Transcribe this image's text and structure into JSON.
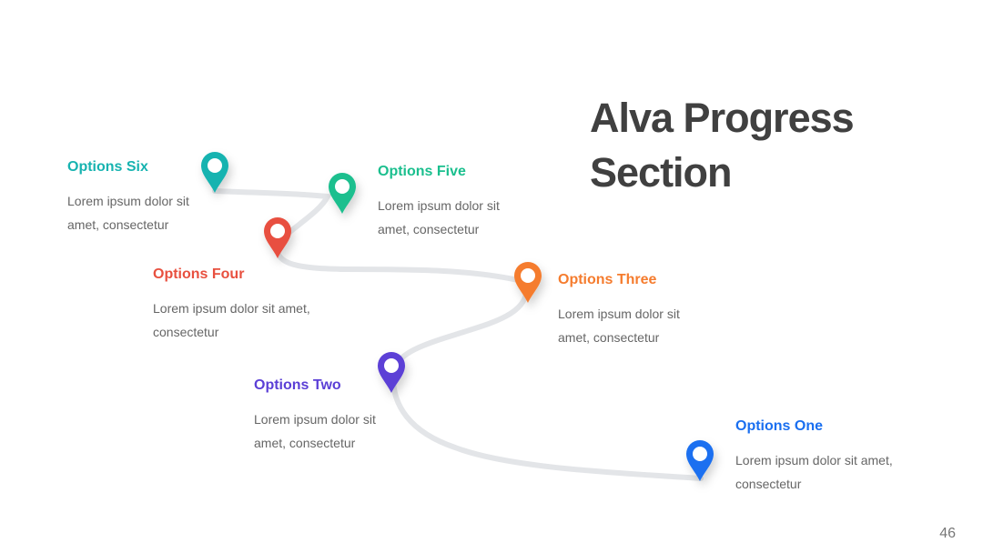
{
  "title": "Alva Progress Section",
  "page_number": "46",
  "options": [
    {
      "id": "six",
      "title": "Options Six",
      "description": "Lorem ipsum dolor sit amet, consectetur",
      "color": "#17B3B0"
    },
    {
      "id": "five",
      "title": "Options Five",
      "description": "Lorem ipsum dolor sit amet, consectetur",
      "color": "#1BBF8E"
    },
    {
      "id": "four",
      "title": "Options Four",
      "description": "Lorem ipsum dolor sit amet, consectetur",
      "color": "#E8503F"
    },
    {
      "id": "three",
      "title": "Options Three",
      "description": "Lorem ipsum dolor sit amet, consectetur",
      "color": "#F57C2E"
    },
    {
      "id": "two",
      "title": "Options Two",
      "description": "Lorem ipsum dolor sit amet, consectetur",
      "color": "#5B3FD6"
    },
    {
      "id": "one",
      "title": "Options One",
      "description": "Lorem ipsum dolor sit amet, consectetur",
      "color": "#1A6FF0"
    }
  ],
  "path_color": "#E3E5E8"
}
